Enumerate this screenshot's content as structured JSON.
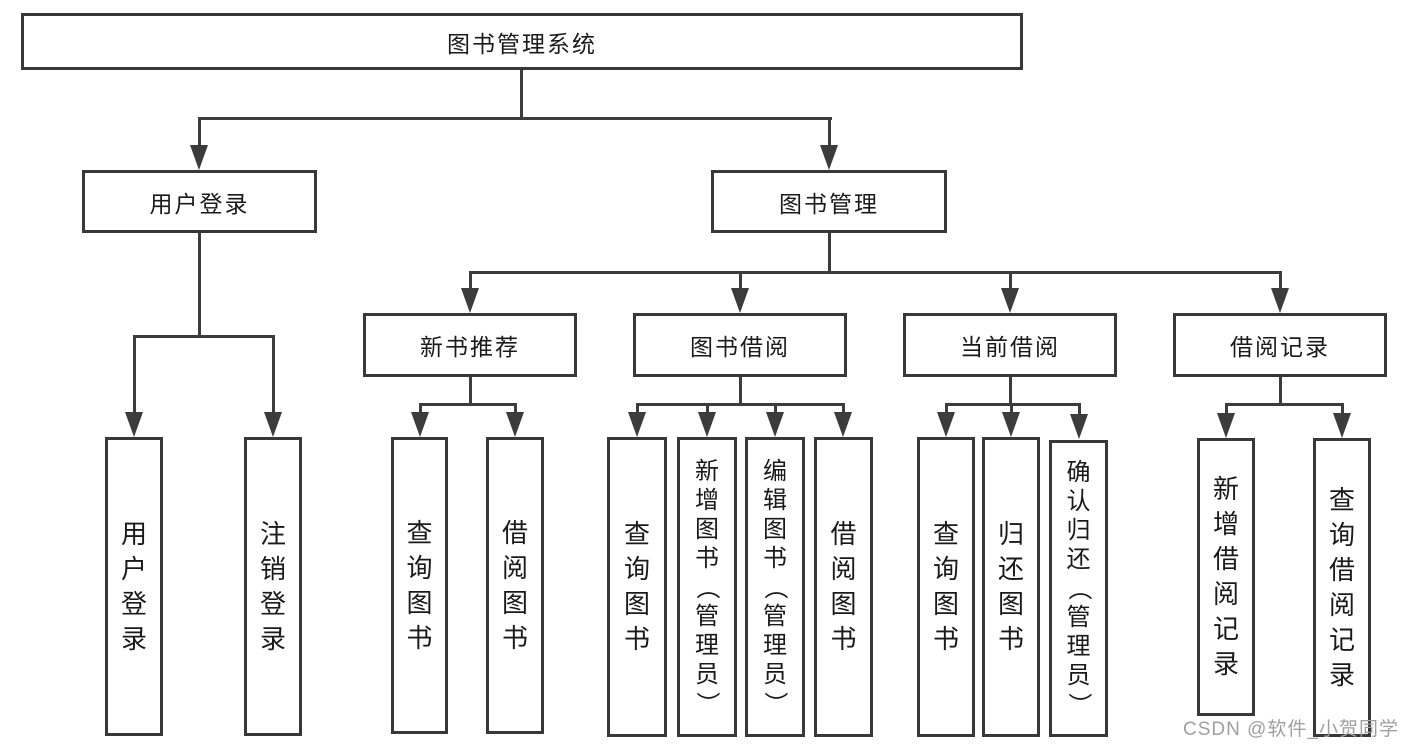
{
  "tree": {
    "root": {
      "label": "图书管理系统"
    },
    "branches": [
      {
        "label": "用户登录",
        "children": [
          "用户登录",
          "注销登录"
        ]
      },
      {
        "label": "图书管理",
        "children": [
          {
            "label": "新书推荐",
            "children": [
              "查询图书",
              "借阅图书"
            ]
          },
          {
            "label": "图书借阅",
            "children": [
              "查询图书",
              "新增图书（管理员）",
              "编辑图书（管理员）",
              "借阅图书"
            ]
          },
          {
            "label": "当前借阅",
            "children": [
              "查询图书",
              "归还图书",
              "确认归还（管理员）"
            ]
          },
          {
            "label": "借阅记录",
            "children": [
              "新增借阅记录",
              "查询借阅记录"
            ]
          }
        ]
      }
    ]
  },
  "watermark": {
    "text": "CSDN @软件_小贺同学"
  },
  "colors": {
    "line": "#3c3c3c",
    "box_border": "#383838",
    "text": "#1a1a1a",
    "watermark": "#a0a0a0",
    "background": "#ffffff"
  }
}
